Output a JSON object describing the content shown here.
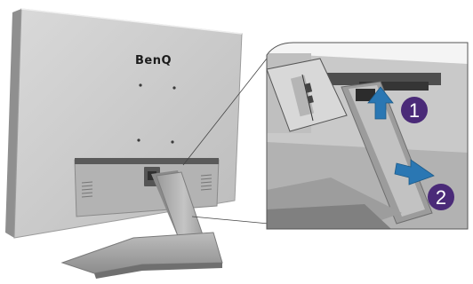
{
  "monitor": {
    "brand": "BenQ"
  },
  "steps": [
    {
      "number": "1",
      "direction": "up"
    },
    {
      "number": "2",
      "direction": "down-right"
    }
  ],
  "colors": {
    "step_badge": "#4a2a78",
    "arrow": "#2a77b3",
    "monitor_body": "#c6c6c6",
    "stand": "#a8a8a8"
  }
}
